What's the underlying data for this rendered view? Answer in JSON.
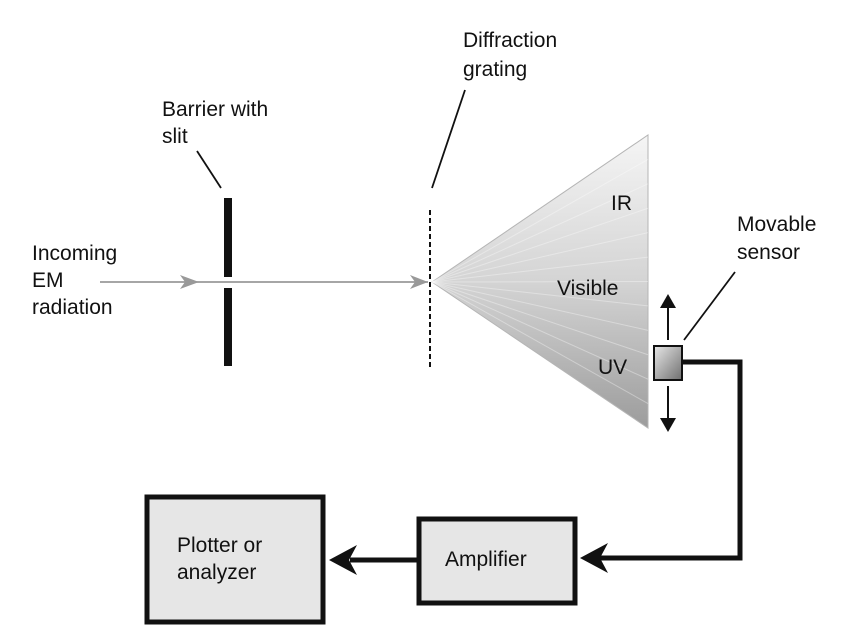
{
  "labels": {
    "incoming": [
      "Incoming",
      "EM",
      "radiation"
    ],
    "barrier": [
      "Barrier with",
      "slit"
    ],
    "grating": [
      "Diffraction",
      "grating"
    ],
    "sensor": [
      "Movable",
      "sensor"
    ],
    "ir": "IR",
    "visible": "Visible",
    "uv": "UV",
    "amplifier": "Amplifier",
    "plotter": [
      "Plotter or",
      "analyzer"
    ]
  },
  "colors": {
    "line": "#111111",
    "beam": "#999999",
    "box_fill": "#e6e6e6",
    "fan_light": "#f4f4f4",
    "fan_dark": "#9c9c9c"
  }
}
